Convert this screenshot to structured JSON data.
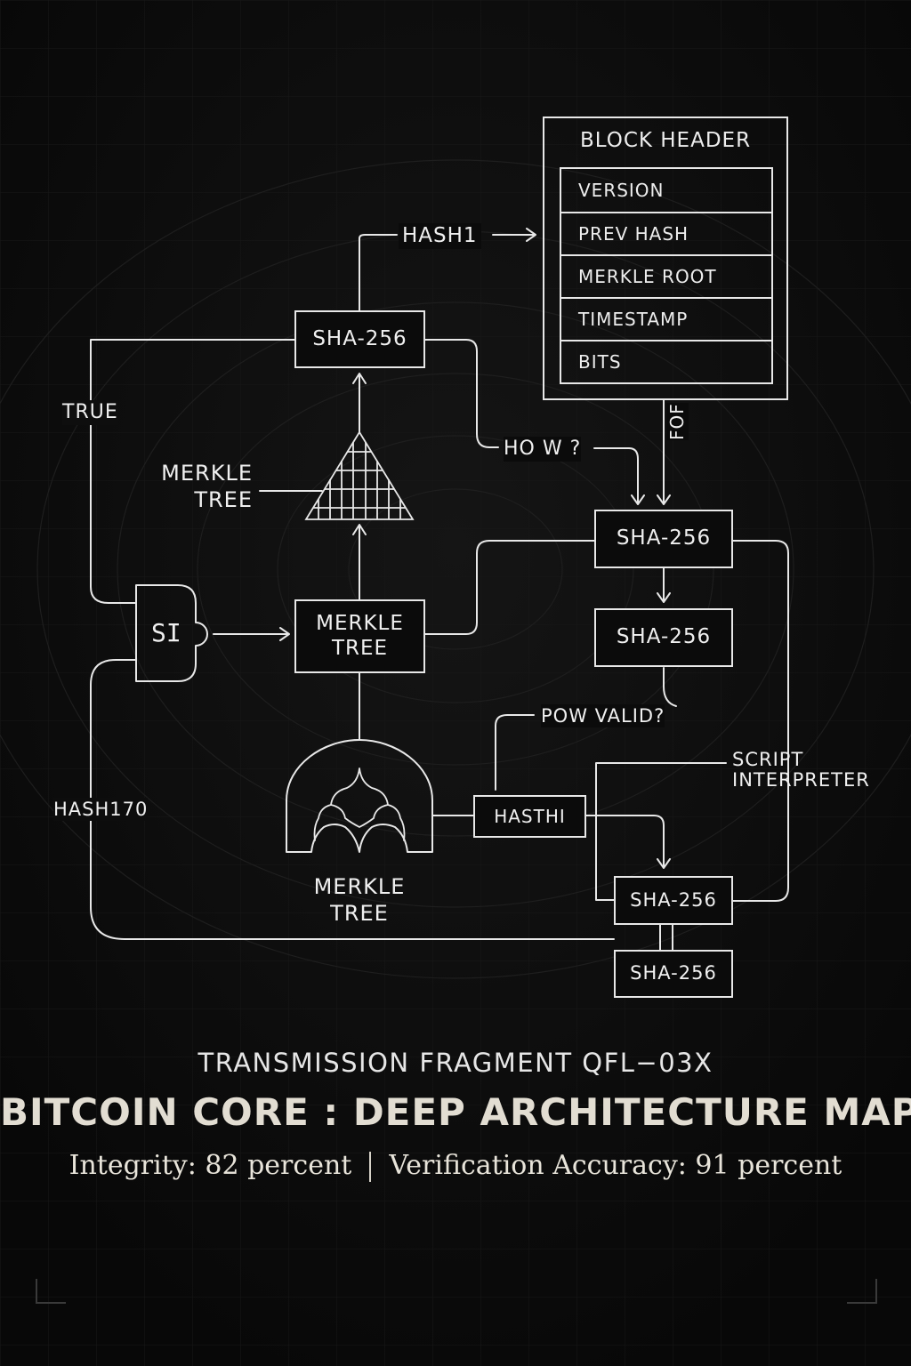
{
  "diagram": {
    "block_header": {
      "title": "BLOCK HEADER",
      "fields": [
        "VERSION",
        "PREV HASH",
        "MERKLE ROOT",
        "TIMESTAMP",
        "BITS"
      ]
    },
    "nodes": {
      "sha_top": "SHA-256",
      "merkle_tree_center": "MERKLE\nTREE",
      "sha_right_1": "SHA-256",
      "sha_right_2": "SHA-256",
      "hasthi": "HASTHI",
      "sha_bottom_1": "SHA-256",
      "sha_bottom_2": "SHA-256"
    },
    "labels": {
      "hash1": "HASH1",
      "true": "TRUE",
      "merkle_tree_pyramid": "MERKLE\nTREE",
      "how": "HO W ?",
      "fof": "FOF",
      "pow_valid": "POW  VALID?",
      "script_interpreter": "SCRIPT\nINTERPRETER",
      "hash170": "HASH170",
      "merkle_tree_bottom": "MERKLE\nTREE",
      "gate_glyph": "SI"
    }
  },
  "footer": {
    "subtitle": "TRANSMISSION FRAGMENT QFL−03X",
    "title": "BITCOIN CORE : DEEP ARCHITECTURE MAP",
    "integrity": "Integrity: 82 percent",
    "accuracy": "Verification Accuracy: 91 percent"
  },
  "colors": {
    "background": "#0b0b0b",
    "line": "#e8e8e8",
    "title": "#e2ddd2"
  }
}
